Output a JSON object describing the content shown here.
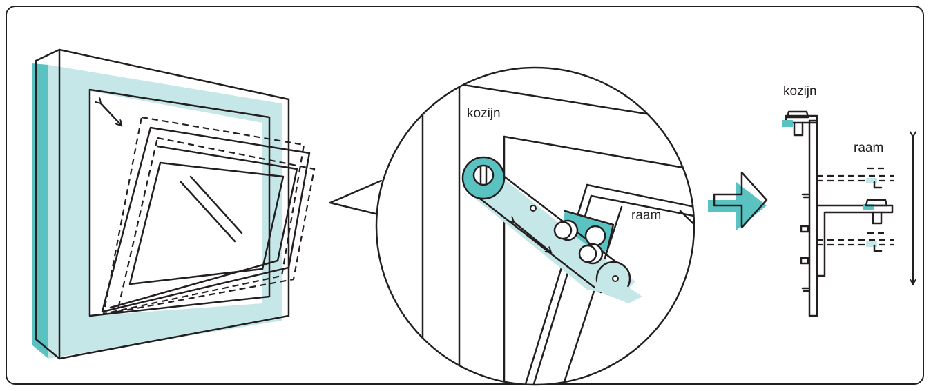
{
  "colors": {
    "teal": "#5bc2c2",
    "teal_light": "#c6e7e8",
    "stroke": "#231f20"
  },
  "labels": {
    "detail_frame": "kozijn",
    "detail_window": "raam",
    "side_frame": "kozijn",
    "side_window": "raam"
  },
  "icons": [
    "double-arrow-icon",
    "screw-icon",
    "rivet-icon",
    "right-arrow-icon",
    "vertical-double-arrow-icon"
  ]
}
